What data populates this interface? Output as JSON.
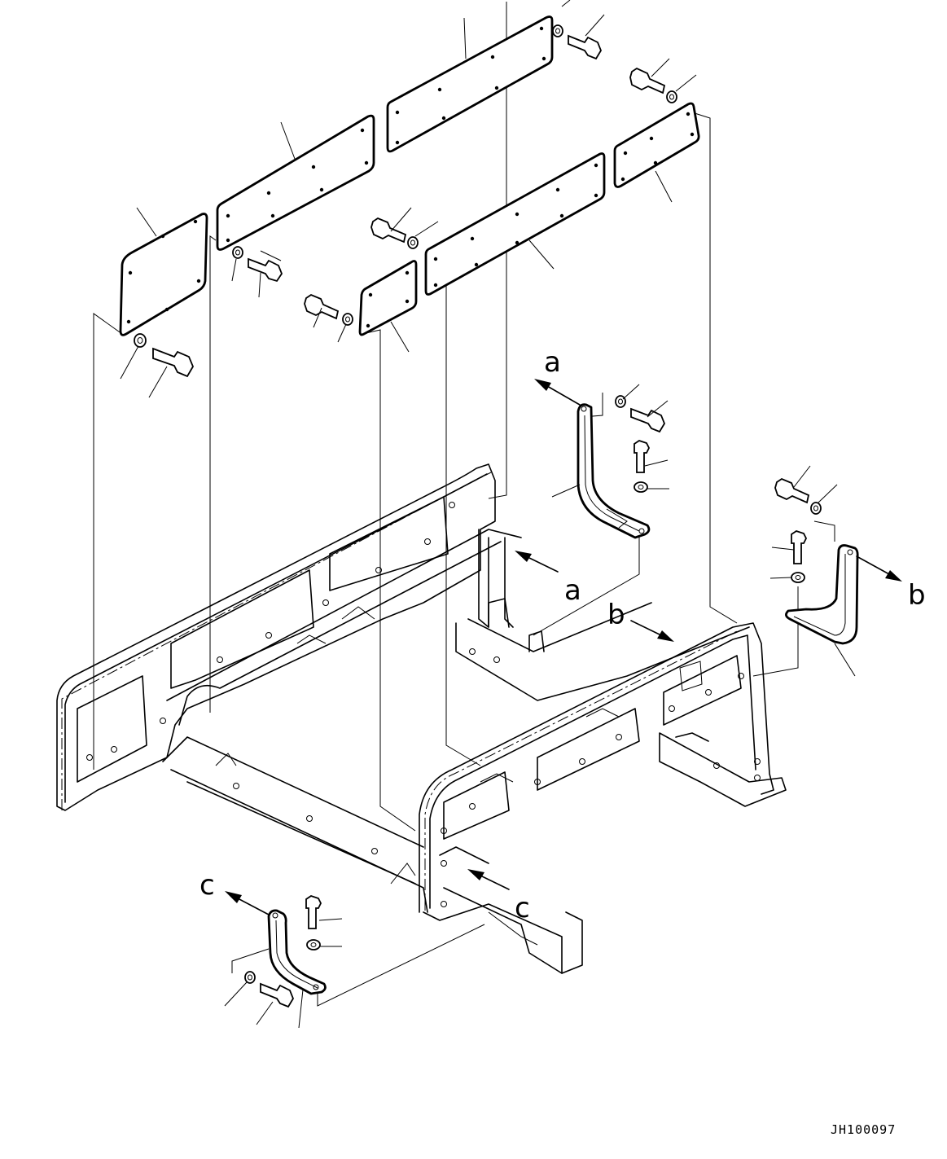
{
  "drawing_id": "JH100097",
  "view_labels": {
    "a": "a",
    "b": "b",
    "c": "c"
  }
}
